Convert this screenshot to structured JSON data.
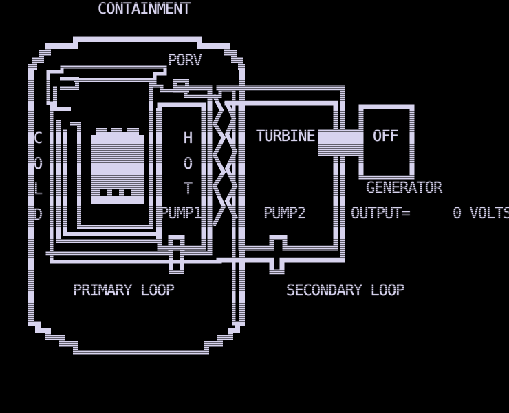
{
  "labels": {
    "containment": "CONTAINMENT",
    "porv": "PORV",
    "cold": [
      "C",
      "O",
      "L",
      "D"
    ],
    "hot": [
      "H",
      "O",
      "T"
    ],
    "turbine": "TURBINE",
    "generator_status": "OFF",
    "generator": "GENERATOR",
    "pump1": "PUMP1",
    "pump2": "PUMP2",
    "output_label": "OUTPUT=",
    "output_value": "0 VOLTS",
    "primary_loop": "PRIMARY LOOP",
    "secondary_loop": "SECONDARY LOOP"
  },
  "colors": {
    "foreground": "#d7d3ee",
    "background": "#000000"
  }
}
